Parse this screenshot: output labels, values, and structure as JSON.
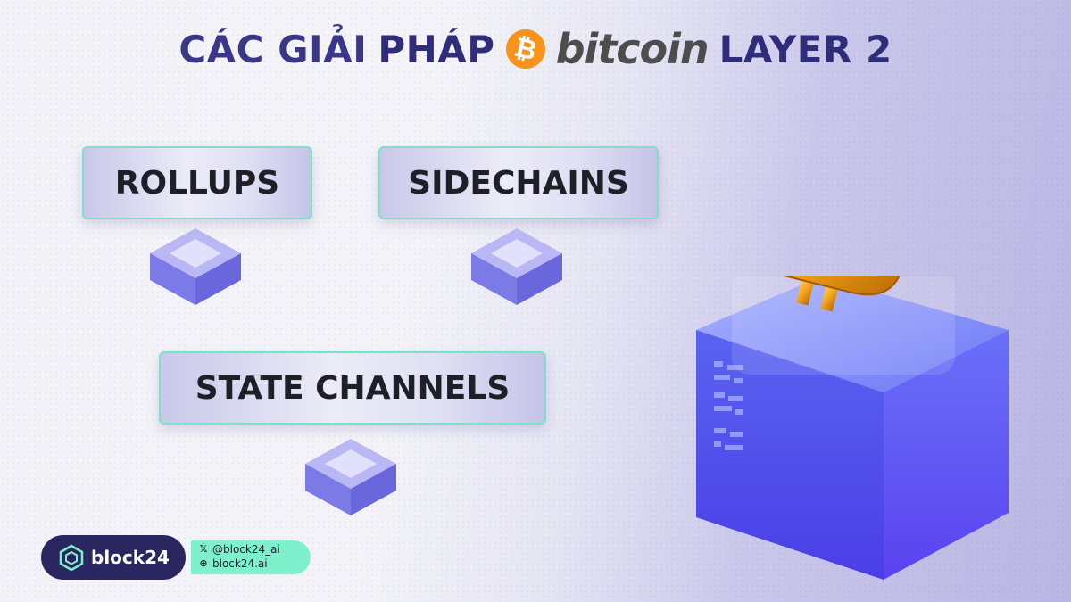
{
  "title": {
    "prefix_part1": "CÁC GIẢI",
    "prefix_part2": "PHÁP",
    "coin_symbol": "₿",
    "brand": "bitcoin",
    "suffix": "LAYER 2"
  },
  "solutions": [
    {
      "label": "ROLLUPS"
    },
    {
      "label": "SIDECHAINS"
    },
    {
      "label": "STATE CHANNELS"
    }
  ],
  "footer": {
    "logo_text": "block24",
    "x_handle": "@block24_ai",
    "website": "block24.ai"
  },
  "colors": {
    "title": "#3a3788",
    "bitcoin_orange": "#f7931a",
    "pill_border": "#7de0c9",
    "cube_blue": "#5b4ff2",
    "footer_dark": "#2a2760",
    "footer_mint": "#7ef0cc"
  }
}
